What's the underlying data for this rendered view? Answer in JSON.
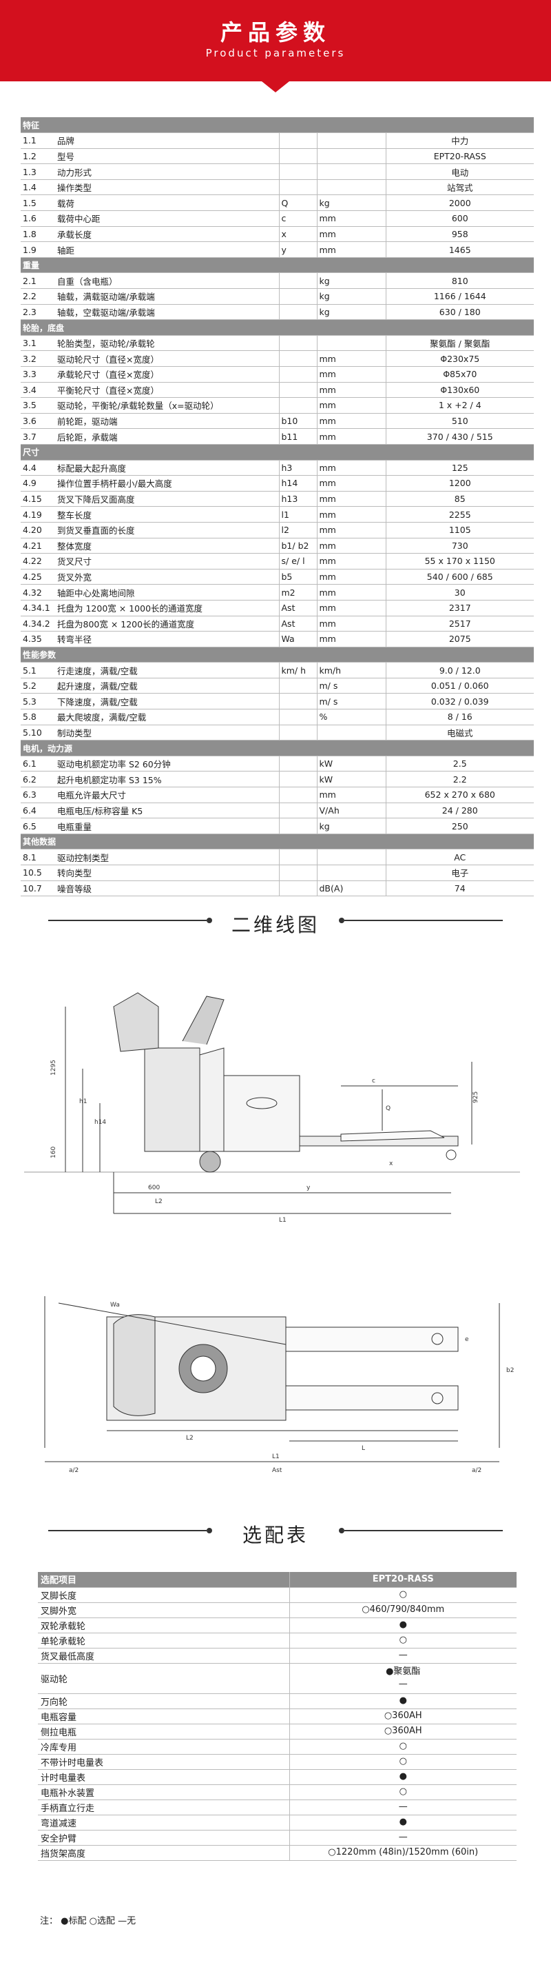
{
  "banner": {
    "title": "产品参数",
    "subtitle": "Product parameters"
  },
  "spec": [
    {
      "section": "特征"
    },
    {
      "no": "1.1",
      "name": "品牌",
      "sym": "",
      "unit": "",
      "val": "中力"
    },
    {
      "no": "1.2",
      "name": "型号",
      "sym": "",
      "unit": "",
      "val": "EPT20-RASS"
    },
    {
      "no": "1.3",
      "name": "动力形式",
      "sym": "",
      "unit": "",
      "val": "电动"
    },
    {
      "no": "1.4",
      "name": "操作类型",
      "sym": "",
      "unit": "",
      "val": "站驾式"
    },
    {
      "no": "1.5",
      "name": "载荷",
      "sym": "Q",
      "unit": "kg",
      "val": "2000"
    },
    {
      "no": "1.6",
      "name": "载荷中心距",
      "sym": "c",
      "unit": "mm",
      "val": "600"
    },
    {
      "no": "1.8",
      "name": "承载长度",
      "sym": "x",
      "unit": "mm",
      "val": "958"
    },
    {
      "no": "1.9",
      "name": "轴距",
      "sym": "y",
      "unit": "mm",
      "val": "1465"
    },
    {
      "section": "重量"
    },
    {
      "no": "2.1",
      "name": "自重（含电瓶）",
      "sym": "",
      "unit": "kg",
      "val": "810"
    },
    {
      "no": "2.2",
      "name": "轴载，满载驱动端/承载端",
      "sym": "",
      "unit": "kg",
      "val": "1166 / 1644"
    },
    {
      "no": "2.3",
      "name": "轴载，空载驱动端/承载端",
      "sym": "",
      "unit": "kg",
      "val": "630 / 180"
    },
    {
      "section": "轮胎，底盘"
    },
    {
      "no": "3.1",
      "name": "轮胎类型，驱动轮/承载轮",
      "sym": "",
      "unit": "",
      "val": "聚氨酯 / 聚氨酯"
    },
    {
      "no": "3.2",
      "name": "驱动轮尺寸（直径×宽度）",
      "sym": "",
      "unit": "mm",
      "val": "Φ230x75"
    },
    {
      "no": "3.3",
      "name": "承载轮尺寸（直径×宽度）",
      "sym": "",
      "unit": "mm",
      "val": "Φ85x70"
    },
    {
      "no": "3.4",
      "name": "平衡轮尺寸（直径×宽度）",
      "sym": "",
      "unit": "mm",
      "val": "Φ130x60"
    },
    {
      "no": "3.5",
      "name": "驱动轮，平衡轮/承载轮数量（x=驱动轮）",
      "sym": "",
      "unit": "mm",
      "val": "1 x +2 / 4"
    },
    {
      "no": "3.6",
      "name": "前轮距，驱动端",
      "sym": "b10",
      "unit": "mm",
      "val": "510"
    },
    {
      "no": "3.7",
      "name": "后轮距，承载端",
      "sym": "b11",
      "unit": "mm",
      "val": "370 / 430 / 515"
    },
    {
      "section": "尺寸"
    },
    {
      "no": "4.4",
      "name": "标配最大起升高度",
      "sym": "h3",
      "unit": "mm",
      "val": "125"
    },
    {
      "no": "4.9",
      "name": "操作位置手柄杆最小/最大高度",
      "sym": "h14",
      "unit": "mm",
      "val": "1200"
    },
    {
      "no": "4.15",
      "name": "货叉下降后叉面高度",
      "sym": "h13",
      "unit": "mm",
      "val": "85"
    },
    {
      "no": "4.19",
      "name": "整车长度",
      "sym": "l1",
      "unit": "mm",
      "val": "2255"
    },
    {
      "no": "4.20",
      "name": "到货叉垂直面的长度",
      "sym": "l2",
      "unit": "mm",
      "val": "1105"
    },
    {
      "no": "4.21",
      "name": "整体宽度",
      "sym": "b1/ b2",
      "unit": "mm",
      "val": "730"
    },
    {
      "no": "4.22",
      "name": "货叉尺寸",
      "sym": "s/ e/ l",
      "unit": "mm",
      "val": "55 x 170 x 1150"
    },
    {
      "no": "4.25",
      "name": "货叉外宽",
      "sym": "b5",
      "unit": "mm",
      "val": "540 / 600 / 685"
    },
    {
      "no": "4.32",
      "name": "轴距中心处离地间隙",
      "sym": "m2",
      "unit": "mm",
      "val": "30"
    },
    {
      "no": "4.34.1",
      "name": "托盘为 1200宽 × 1000长的通道宽度",
      "sym": "Ast",
      "unit": "mm",
      "val": "2317"
    },
    {
      "no": "4.34.2",
      "name": "托盘为800宽 × 1200长的通道宽度",
      "sym": "Ast",
      "unit": "mm",
      "val": "2517"
    },
    {
      "no": "4.35",
      "name": "转弯半径",
      "sym": "Wa",
      "unit": "mm",
      "val": "2075"
    },
    {
      "section": "性能参数"
    },
    {
      "no": "5.1",
      "name": "行走速度，满载/空载",
      "sym": "km/ h",
      "unit": "km/h",
      "val": "9.0 / 12.0"
    },
    {
      "no": "5.2",
      "name": "起升速度，满载/空载",
      "sym": "",
      "unit": "m/ s",
      "val": "0.051 / 0.060"
    },
    {
      "no": "5.3",
      "name": "下降速度，满载/空载",
      "sym": "",
      "unit": "m/ s",
      "val": "0.032 / 0.039"
    },
    {
      "no": "5.8",
      "name": "最大爬坡度，满载/空载",
      "sym": "",
      "unit": "%",
      "val": "8 / 16"
    },
    {
      "no": "5.10",
      "name": "制动类型",
      "sym": "",
      "unit": "",
      "val": "电磁式"
    },
    {
      "section": "电机，动力源"
    },
    {
      "no": "6.1",
      "name": "驱动电机额定功率 S2 60分钟",
      "sym": "",
      "unit": "kW",
      "val": "2.5"
    },
    {
      "no": "6.2",
      "name": "起升电机额定功率 S3 15%",
      "sym": "",
      "unit": "kW",
      "val": "2.2"
    },
    {
      "no": "6.3",
      "name": "电瓶允许最大尺寸",
      "sym": "",
      "unit": "mm",
      "val": "652 x 270 x 680"
    },
    {
      "no": "6.4",
      "name": "电瓶电压/标称容量 K5",
      "sym": "",
      "unit": "V/Ah",
      "val": "24 / 280"
    },
    {
      "no": "6.5",
      "name": "电瓶重量",
      "sym": "",
      "unit": "kg",
      "val": "250"
    },
    {
      "section": "其他数据"
    },
    {
      "no": "8.1",
      "name": "驱动控制类型",
      "sym": "",
      "unit": "",
      "val": "AC"
    },
    {
      "no": "10.5",
      "name": "转向类型",
      "sym": "",
      "unit": "",
      "val": "电子"
    },
    {
      "no": "10.7",
      "name": "噪音等级",
      "sym": "",
      "unit": "dB(A)",
      "val": "74"
    }
  ],
  "drawing_title": "二维线图",
  "drawing_labels": {
    "side": {
      "d1": "1295",
      "h1": "h1",
      "d2": "h14",
      "d3": "160",
      "d4": "600",
      "d5": "925",
      "c": "c",
      "q": "Q",
      "y": "y",
      "l2": "L2",
      "l1": "L1",
      "x": "x"
    },
    "top": {
      "wa": "Wa",
      "l2": "L2",
      "l": "L",
      "l1": "L1",
      "b2": "b2",
      "e": "e",
      "ast": "Ast",
      "a2": "a/2",
      "a2b": "a/2"
    }
  },
  "options_title": "选配表",
  "options": {
    "header": [
      "选配项目",
      "EPT20-RASS"
    ],
    "rows": [
      {
        "name": "叉脚长度",
        "val": [
          "○"
        ]
      },
      {
        "name": "叉脚外宽",
        "val": [
          "○460/790/840mm"
        ]
      },
      {
        "name": "双轮承载轮",
        "val": [
          "●"
        ]
      },
      {
        "name": "单轮承载轮",
        "val": [
          "○"
        ]
      },
      {
        "name": "货叉最低高度",
        "val": [
          "—"
        ]
      },
      {
        "name": "驱动轮",
        "val": [
          "●聚氨酯",
          "—"
        ]
      },
      {
        "name": "万向轮",
        "val": [
          "●"
        ]
      },
      {
        "name": "电瓶容量",
        "val": [
          "○360AH"
        ]
      },
      {
        "name": "侧拉电瓶",
        "val": [
          "○360AH"
        ]
      },
      {
        "name": "冷库专用",
        "val": [
          "○"
        ]
      },
      {
        "name": "不带计时电量表",
        "val": [
          "○"
        ]
      },
      {
        "name": "计时电量表",
        "val": [
          "●"
        ]
      },
      {
        "name": "电瓶补水装置",
        "val": [
          "○"
        ]
      },
      {
        "name": "手柄直立行走",
        "val": [
          "—"
        ]
      },
      {
        "name": "弯道减速",
        "val": [
          "●"
        ]
      },
      {
        "name": "安全护臂",
        "val": [
          "—"
        ]
      },
      {
        "name": "挡货架高度",
        "val": [
          "○1220mm (48in)/1520mm (60in)"
        ]
      }
    ],
    "note": "注：  ●标配    ○选配    —无"
  },
  "colors": {
    "accent": "#d3101e",
    "section": "#8e8e8e"
  }
}
